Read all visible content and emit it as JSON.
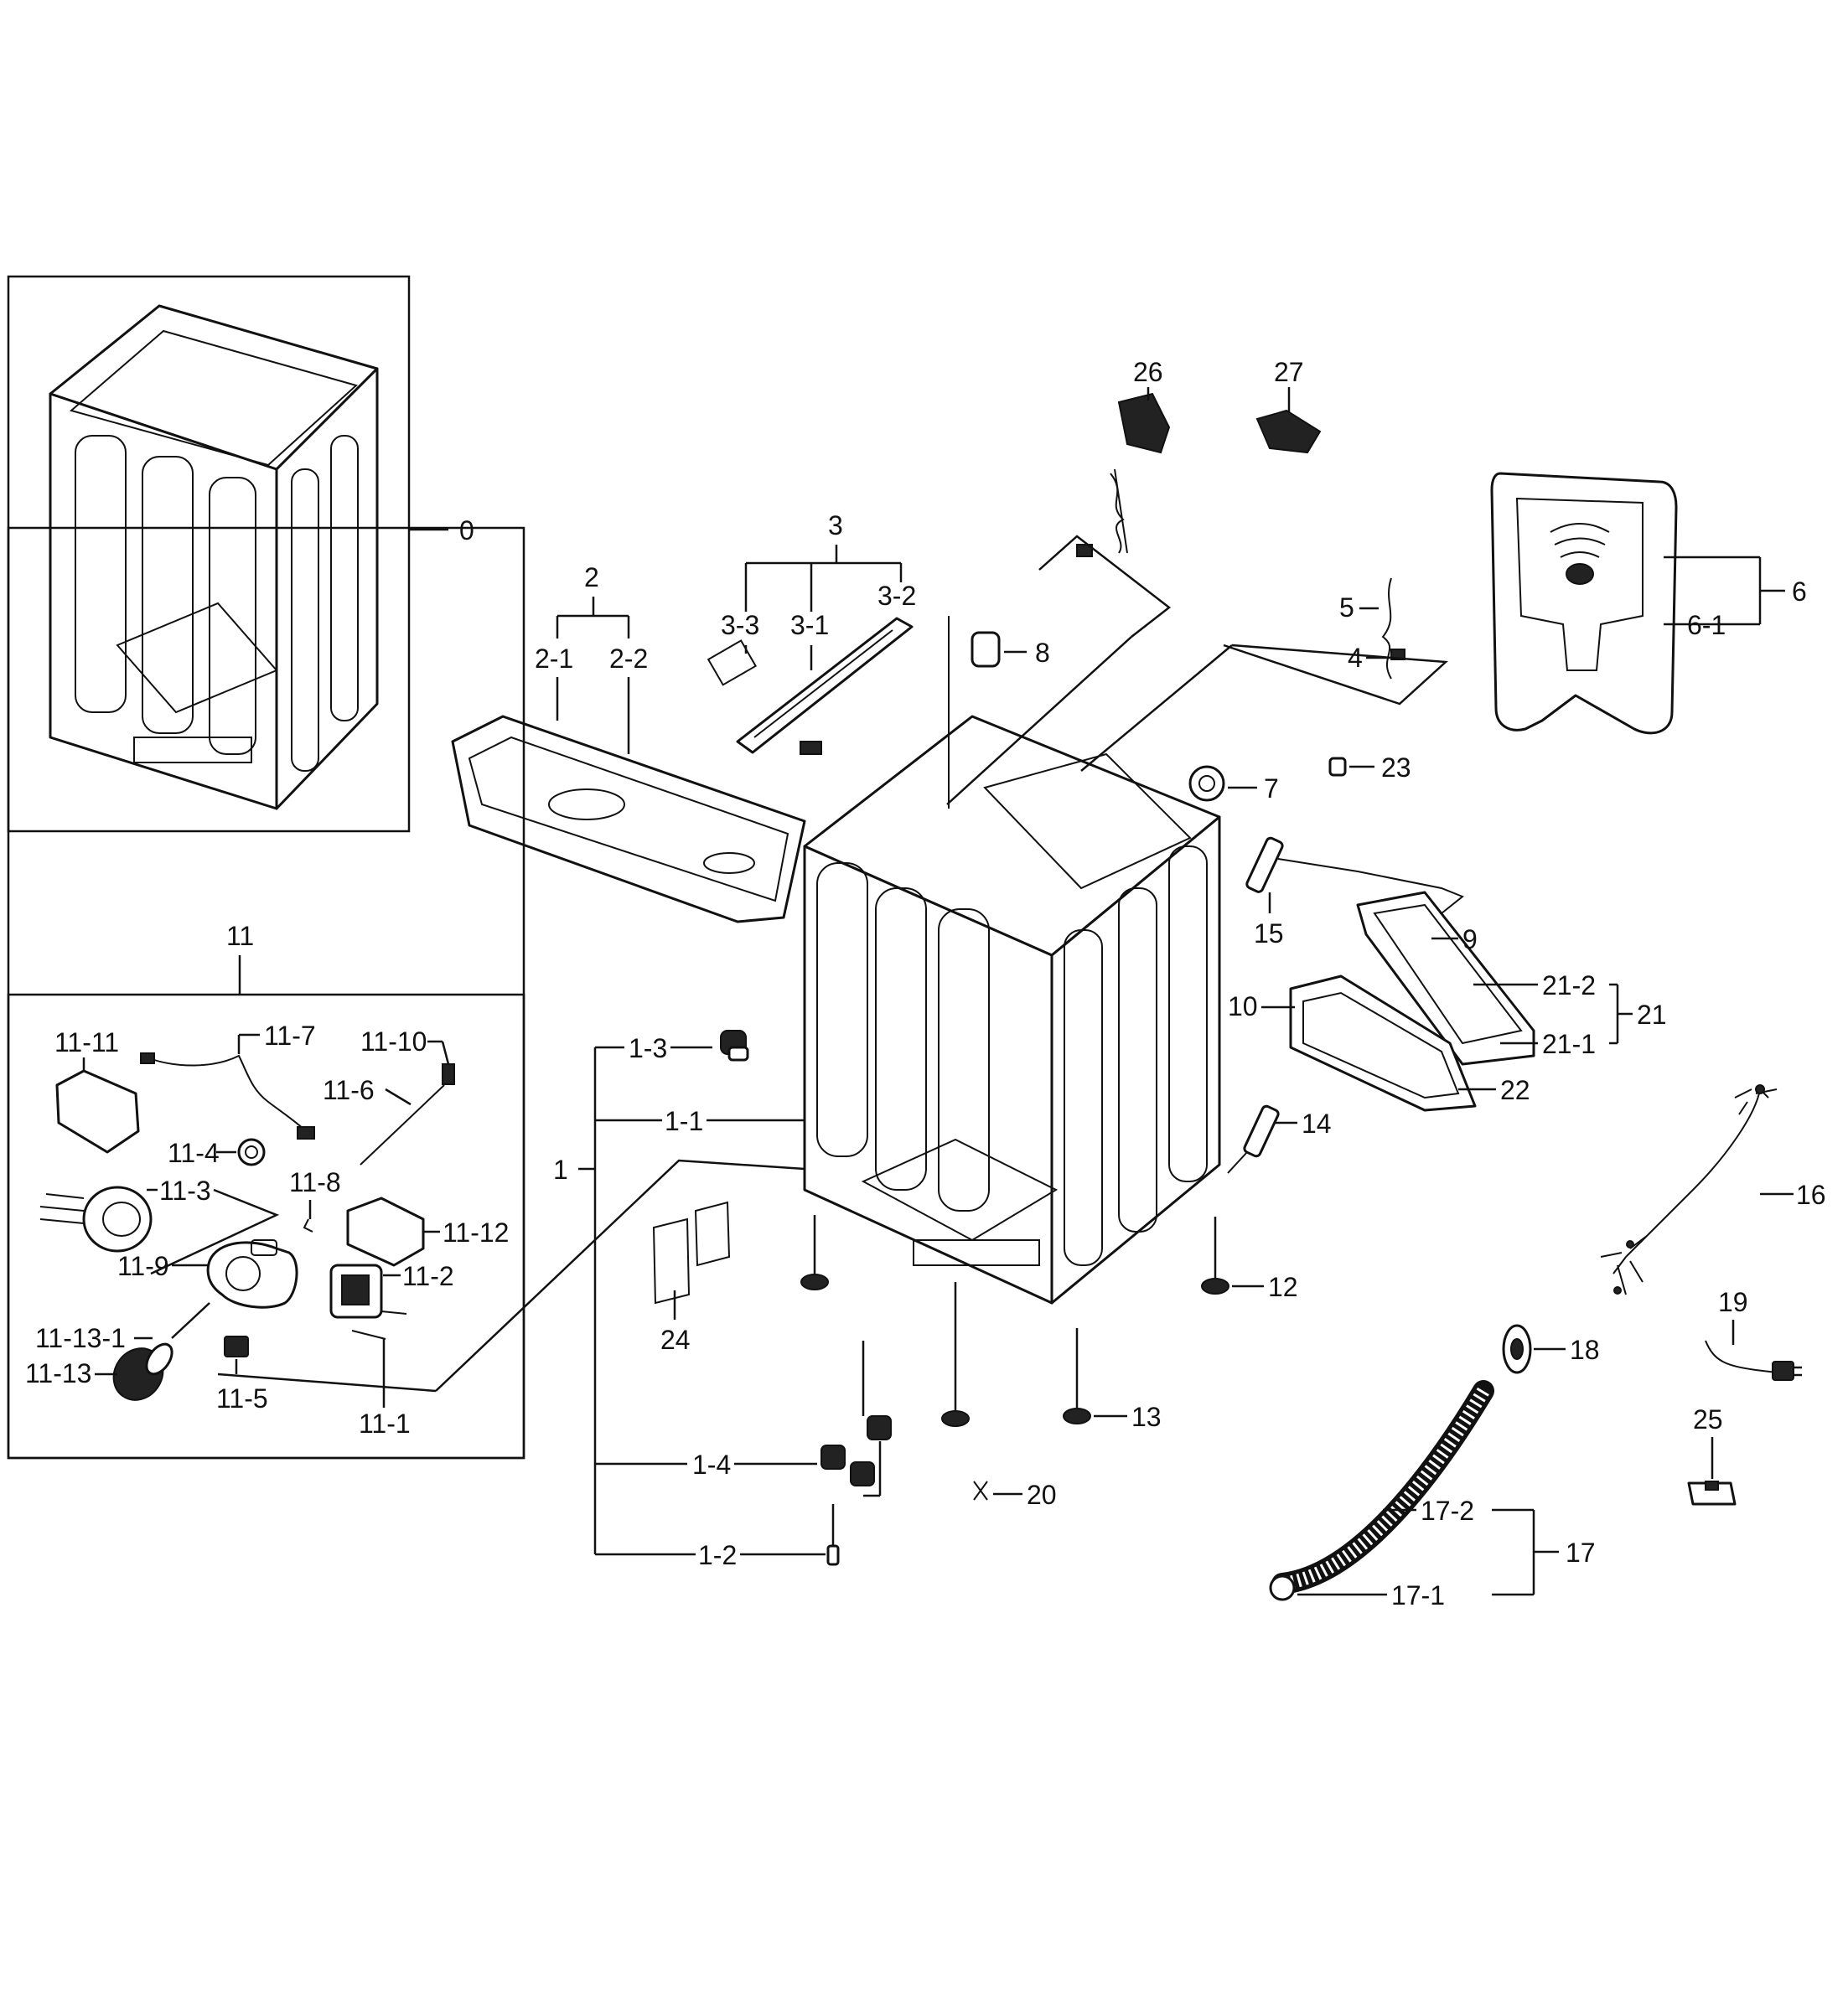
{
  "labels": {
    "p0": "0",
    "p1": "1",
    "p1_1": "1-1",
    "p1_2": "1-2",
    "p1_3": "1-3",
    "p1_4": "1-4",
    "p2": "2",
    "p2_1": "2-1",
    "p2_2": "2-2",
    "p3": "3",
    "p3_1": "3-1",
    "p3_2": "3-2",
    "p3_3": "3-3",
    "p4": "4",
    "p5": "5",
    "p6": "6",
    "p6_1": "6-1",
    "p7": "7",
    "p8": "8",
    "p9": "9",
    "p10": "10",
    "p11": "11",
    "p11_1": "11-1",
    "p11_2": "11-2",
    "p11_3": "11-3",
    "p11_4": "11-4",
    "p11_5": "11-5",
    "p11_6": "11-6",
    "p11_7": "11-7",
    "p11_8": "11-8",
    "p11_9": "11-9",
    "p11_10": "11-10",
    "p11_11": "11-11",
    "p11_12": "11-12",
    "p11_13": "11-13",
    "p11_13_1": "11-13-1",
    "p12": "12",
    "p13": "13",
    "p14": "14",
    "p15": "15",
    "p16": "16",
    "p17": "17",
    "p17_1": "17-1",
    "p17_2": "17-2",
    "p18": "18",
    "p19": "19",
    "p20": "20",
    "p21": "21",
    "p21_1": "21-1",
    "p21_2": "21-2",
    "p22": "22",
    "p23": "23",
    "p24": "24",
    "p25": "25",
    "p26": "26",
    "p27": "27"
  }
}
